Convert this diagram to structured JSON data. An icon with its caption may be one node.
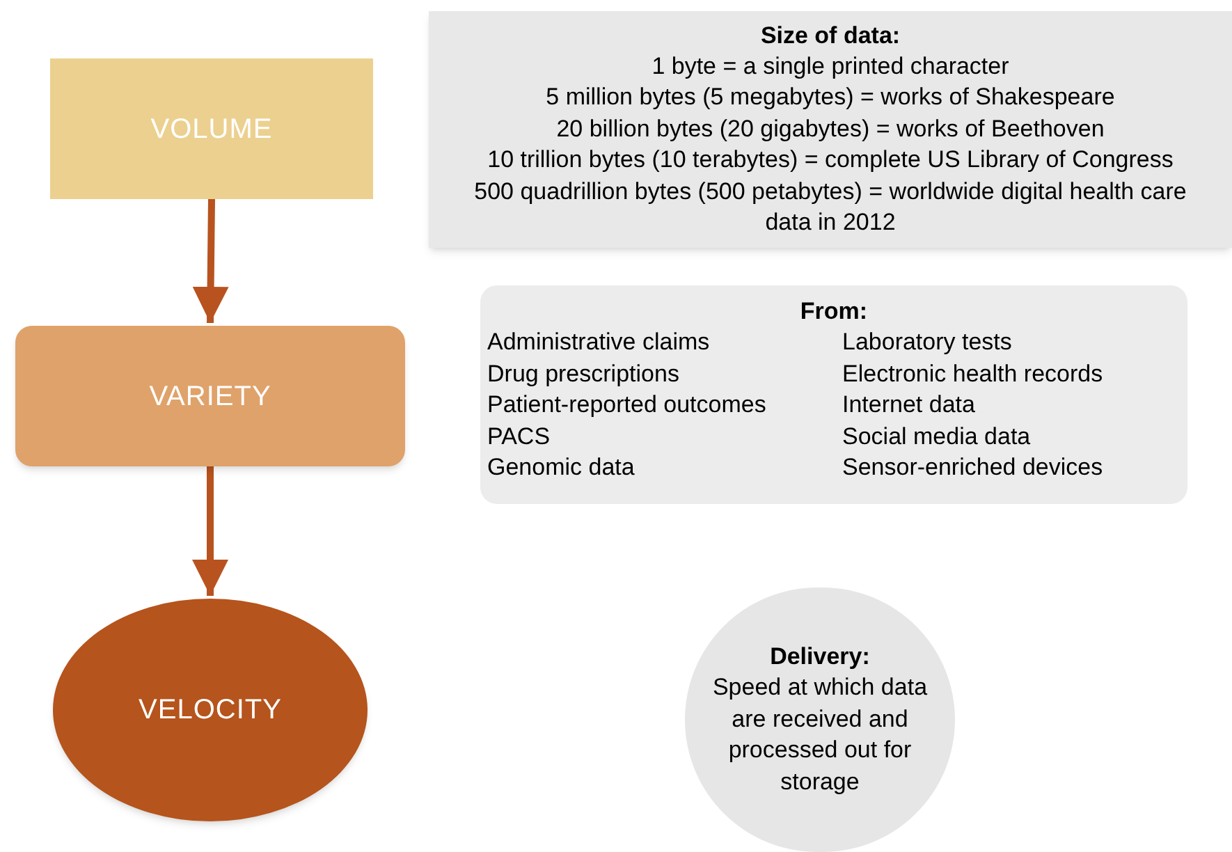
{
  "diagram": {
    "nodes": [
      {
        "text": [
          "VOLUME"
        ]
      },
      {
        "text": [
          "VARIETY"
        ]
      },
      {
        "text": [
          "VELOCITY"
        ]
      },
      {
        "text": [
          "Size of data:",
          "1 byte = a single printed character",
          "5 million bytes (5 megabytes) = works of Shakespeare",
          "20 billion bytes (20 gigabytes) = works of Beethoven",
          "10 trillion bytes (10 terabytes) = complete US Library of Congress",
          "500 quadrillion bytes (500 petabytes) = worldwide digital health care data in 2012"
        ]
      },
      {
        "text": [
          "From:",
          "Administrative claims",
          "Laboratory tests",
          "Drug prescriptions",
          "Electronic health records",
          "Patient-reported outcomes",
          "Internet data",
          "PACS",
          "Social media data",
          "Genomic data",
          "Sensor-enriched devices"
        ]
      },
      {
        "text": [
          "Delivery:",
          "Speed at which data are received and processed out for storage"
        ]
      }
    ],
    "edges": [
      {
        "from": 0,
        "to": 1,
        "arrow": "to"
      },
      {
        "from": 1,
        "to": 2,
        "arrow": "to"
      }
    ]
  }
}
